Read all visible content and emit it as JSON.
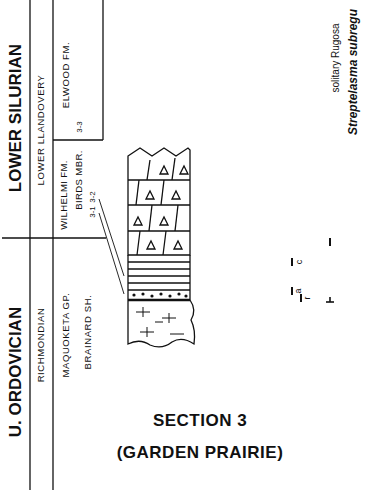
{
  "diagram": {
    "title": "SECTION 3",
    "caption": "(GARDEN PRAIRIE)",
    "labels": [
      "LOWER SILURIAN",
      "U. ORDOVICIAN",
      "LOWER LLANDOVERY",
      "RICHMONDIAN",
      "ELWOOD FM.",
      "WILHELMI FM.",
      "MAQUOKETA GP.",
      "BIRDS MBR.",
      "BRAINARD SH.",
      "3-3",
      "3-2",
      "3-1",
      "Streptelasma subregu",
      "solitary Rugosa",
      "c",
      "a",
      "r"
    ]
  }
}
